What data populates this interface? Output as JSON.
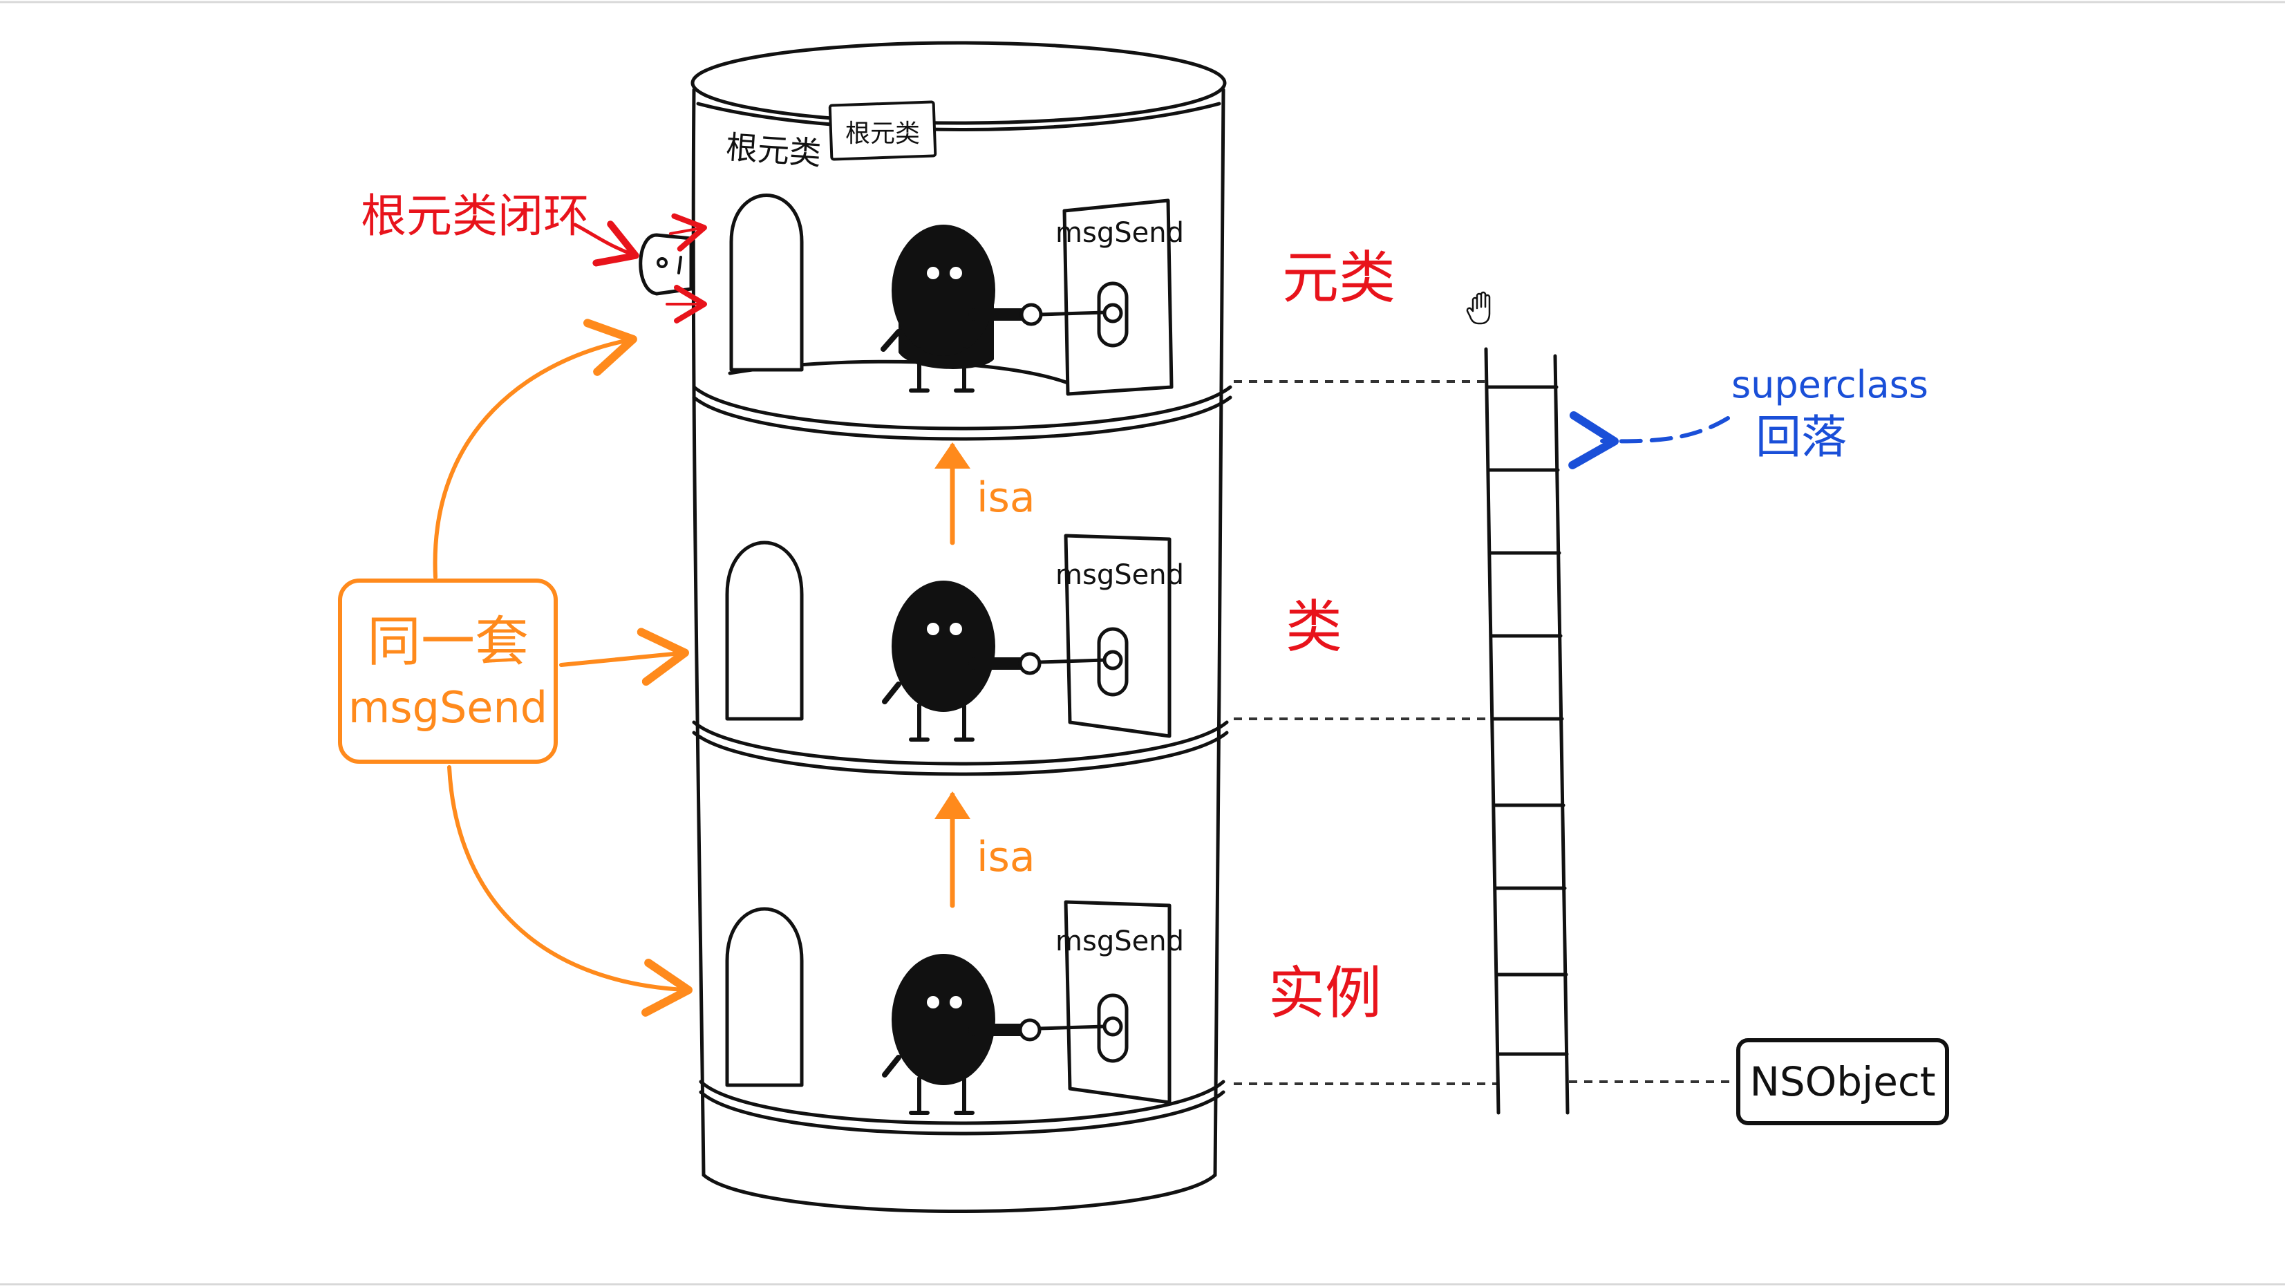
{
  "tower": {
    "top_sign": "根元类",
    "top_room_label": "根元类",
    "floors": [
      {
        "id": "meta",
        "panel_label": "msgSend"
      },
      {
        "id": "class",
        "panel_label": "msgSend"
      },
      {
        "id": "instance",
        "panel_label": "msgSend"
      }
    ],
    "isa_labels": [
      "isa",
      "isa"
    ]
  },
  "labels": {
    "root_meta_loop": "根元类闭环",
    "meta_class": "元类",
    "class": "类",
    "instance": "实例",
    "same_msgsend_line1": "同一套",
    "same_msgsend_line2": "msgSend",
    "superclass_line1": "superclass",
    "superclass_line2": "回落",
    "nsobject": "NSObject"
  },
  "colors": {
    "red": "#e8131b",
    "orange": "#ff8a1c",
    "blue": "#1a4fd8",
    "ink": "#111111"
  }
}
